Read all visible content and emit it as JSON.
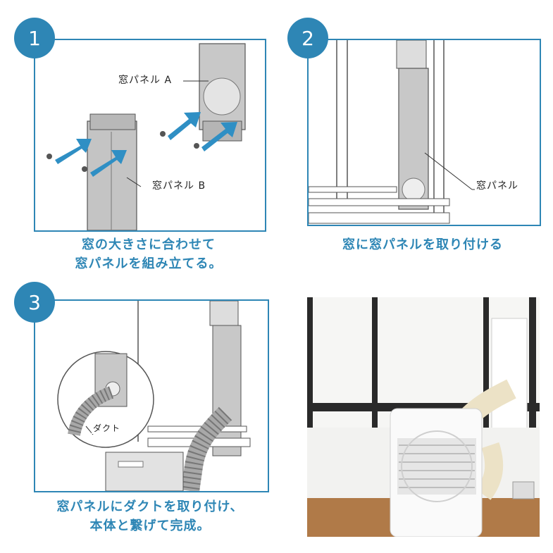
{
  "steps": [
    {
      "number": "1",
      "caption_line1": "窓の大きさに合わせて",
      "caption_line2": "窓パネルを組み立てる。",
      "labels": {
        "panel_a": "窓パネル A",
        "panel_b": "窓パネル B"
      }
    },
    {
      "number": "2",
      "caption_line1": "窓に窓パネルを取り付ける",
      "labels": {
        "panel": "窓パネル"
      }
    },
    {
      "number": "3",
      "caption_line1": "窓パネルにダクトを取り付け、",
      "caption_line2": "本体と繋げて完成。",
      "labels": {
        "duct": "ダクト"
      }
    }
  ],
  "colors": {
    "accent": "#2e86b5",
    "arrow": "#2f8fc4",
    "panel_gray": "#c9c9c9"
  }
}
